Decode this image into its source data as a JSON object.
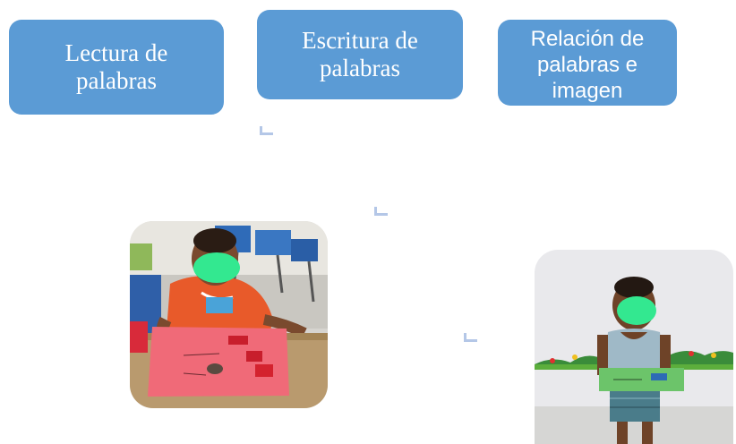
{
  "boxes": {
    "lectura": "Lectura de palabras",
    "escritura": "Escritura de palabras",
    "relacion": "Relación de palabras e imagen"
  },
  "photos": {
    "left": "child-at-desk-with-red-worksheet-photo",
    "right": "child-standing-holding-green-card-photo"
  },
  "colors": {
    "box_fill": "#5b9bd5",
    "box_text": "#ffffff",
    "bracket": "#b4c7e7",
    "face_blur": "#33e890"
  }
}
